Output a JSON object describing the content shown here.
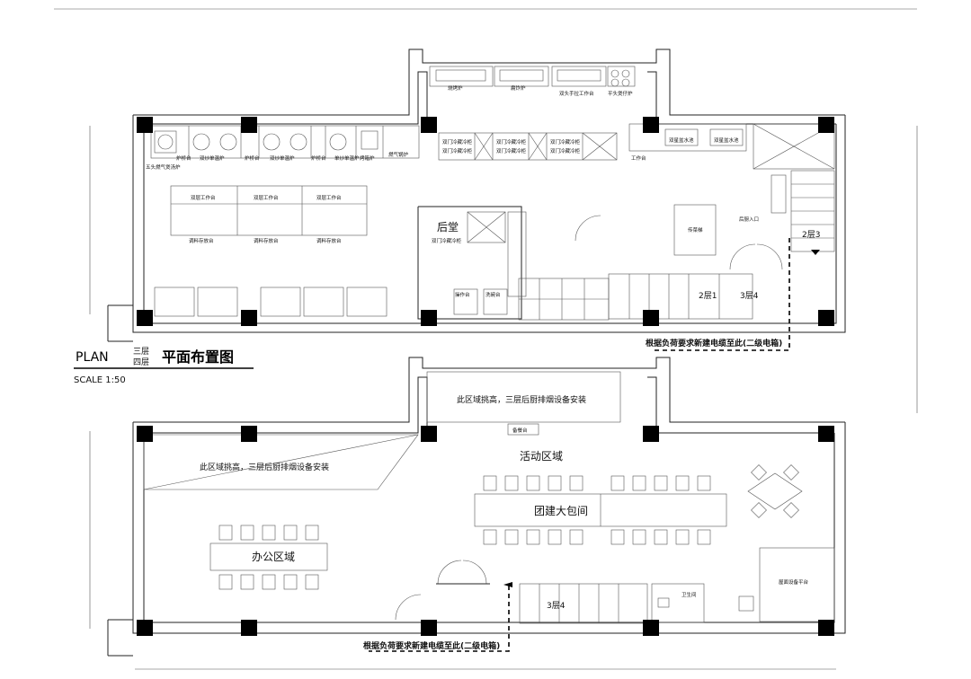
{
  "header": {
    "plan_label": "PLAN",
    "floor3": "三层",
    "floor4": "四层",
    "title": "平面布置图",
    "scale": "SCALE 1:50"
  },
  "upper_labels": {
    "l_griddle": "烧烤炉",
    "l_fryer": "扁炸炉",
    "l_sink": "双头手拉工作台",
    "l_stove4": "平头煲仔炉",
    "l_gas": "五头燃气煲汤炉",
    "l_burner_a": "炉桥台",
    "l_burner_b": "双炒单温炉",
    "l_burner_c": "炉桥台",
    "l_burner_d": "双炒单温炉",
    "l_burner_e": "炉桥台",
    "l_burner_f": "单炒单温炉",
    "l_burner_g": "烤箱炉",
    "l_exhaust": "燃气锅炉",
    "l_fridge1": "双门冷藏冷柜",
    "l_fridge1b": "双门冷藏冷柜",
    "l_fridge2": "双门冷藏冷柜",
    "l_fridge2b": "双门冷藏冷柜",
    "l_fridge3": "双门冷藏冷柜",
    "l_fridge3b": "双门冷藏冷柜",
    "l_sinks": "双星盆水池",
    "l_sinks2": "双星盆水池",
    "l_workbench": "工作台",
    "l_bench_a": "双层工作台",
    "l_bench_b": "双层工作台",
    "l_bench_c": "双层工作台",
    "l_counter_a": "调料存放台",
    "l_counter_b": "调料存放台",
    "l_counter_c": "调料存放台",
    "room_kitchen": "后堂",
    "l_fridge4": "双门冷藏冷柜",
    "l_prep": "操作台",
    "l_prep2": "洗碗台",
    "l_pass": "传菜梯",
    "l_entry": "后厨入口",
    "stair_upper_a": "2层3",
    "stair_upper_b": "2层1",
    "stair_upper_c": "3层4",
    "note_upper": "根据负荷要求新建电缆至此(二级电箱)"
  },
  "lower_labels": {
    "hood_note_top": "此区域挑高，三层后厨排烟设备安装",
    "hood_note_left": "此区域挑高，三层后厨排烟设备安装",
    "counter": "备餐台",
    "activity": "活动区域",
    "banquet": "团建大包间",
    "office": "办公区域",
    "stair_lower": "3层4",
    "wc": "卫生间",
    "platform": "屋面设备平台",
    "note_lower": "根据负荷要求新建电缆至此(二级电箱)"
  }
}
